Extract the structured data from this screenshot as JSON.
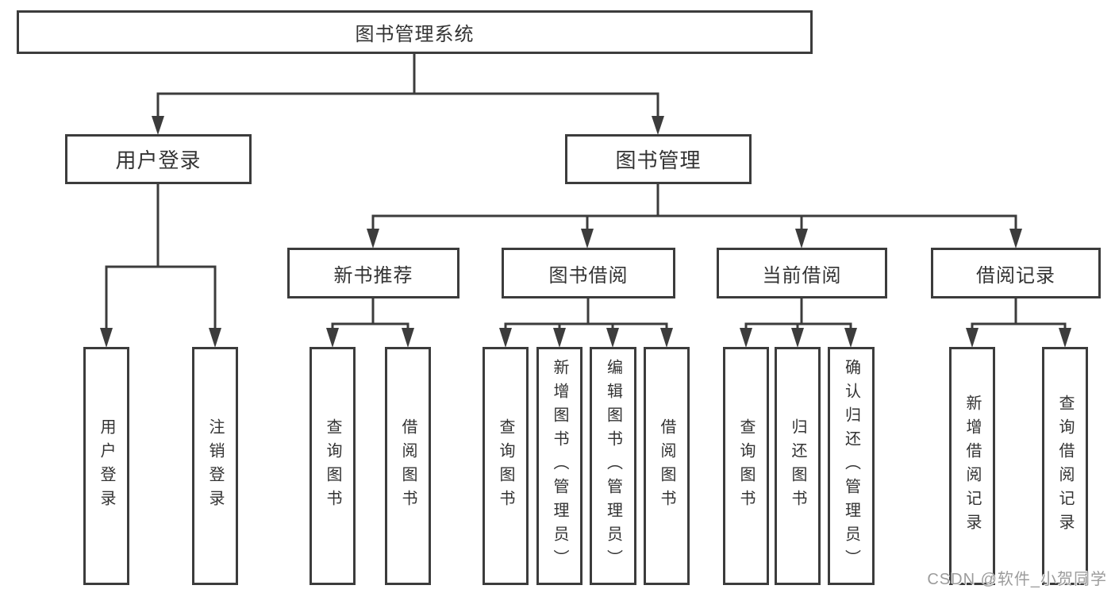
{
  "colors": {
    "line": "#3c3c3c",
    "node_border": "#3c3c3c",
    "node_text": "#333333",
    "background": "#ffffff",
    "watermark_text": "#9c9c9c"
  },
  "watermark": {
    "text": "CSDN @软件_小贺同学"
  },
  "diagram": {
    "root": {
      "label": "图书管理系统"
    },
    "branches": [
      {
        "label": "用户登录",
        "children": [
          {
            "label": "用户登录"
          },
          {
            "label": "注销登录"
          }
        ]
      },
      {
        "label": "图书管理",
        "children": [
          {
            "label": "新书推荐",
            "children": [
              {
                "label": "查询图书"
              },
              {
                "label": "借阅图书"
              }
            ]
          },
          {
            "label": "图书借阅",
            "children": [
              {
                "label": "查询图书"
              },
              {
                "label": "新增图书（管理员）"
              },
              {
                "label": "编辑图书（管理员）"
              },
              {
                "label": "借阅图书"
              }
            ]
          },
          {
            "label": "当前借阅",
            "children": [
              {
                "label": "查询图书"
              },
              {
                "label": "归还图书"
              },
              {
                "label": "确认归还（管理员）"
              }
            ]
          },
          {
            "label": "借阅记录",
            "children": [
              {
                "label": "新增借阅记录"
              },
              {
                "label": "查询借阅记录"
              }
            ]
          }
        ]
      }
    ]
  }
}
